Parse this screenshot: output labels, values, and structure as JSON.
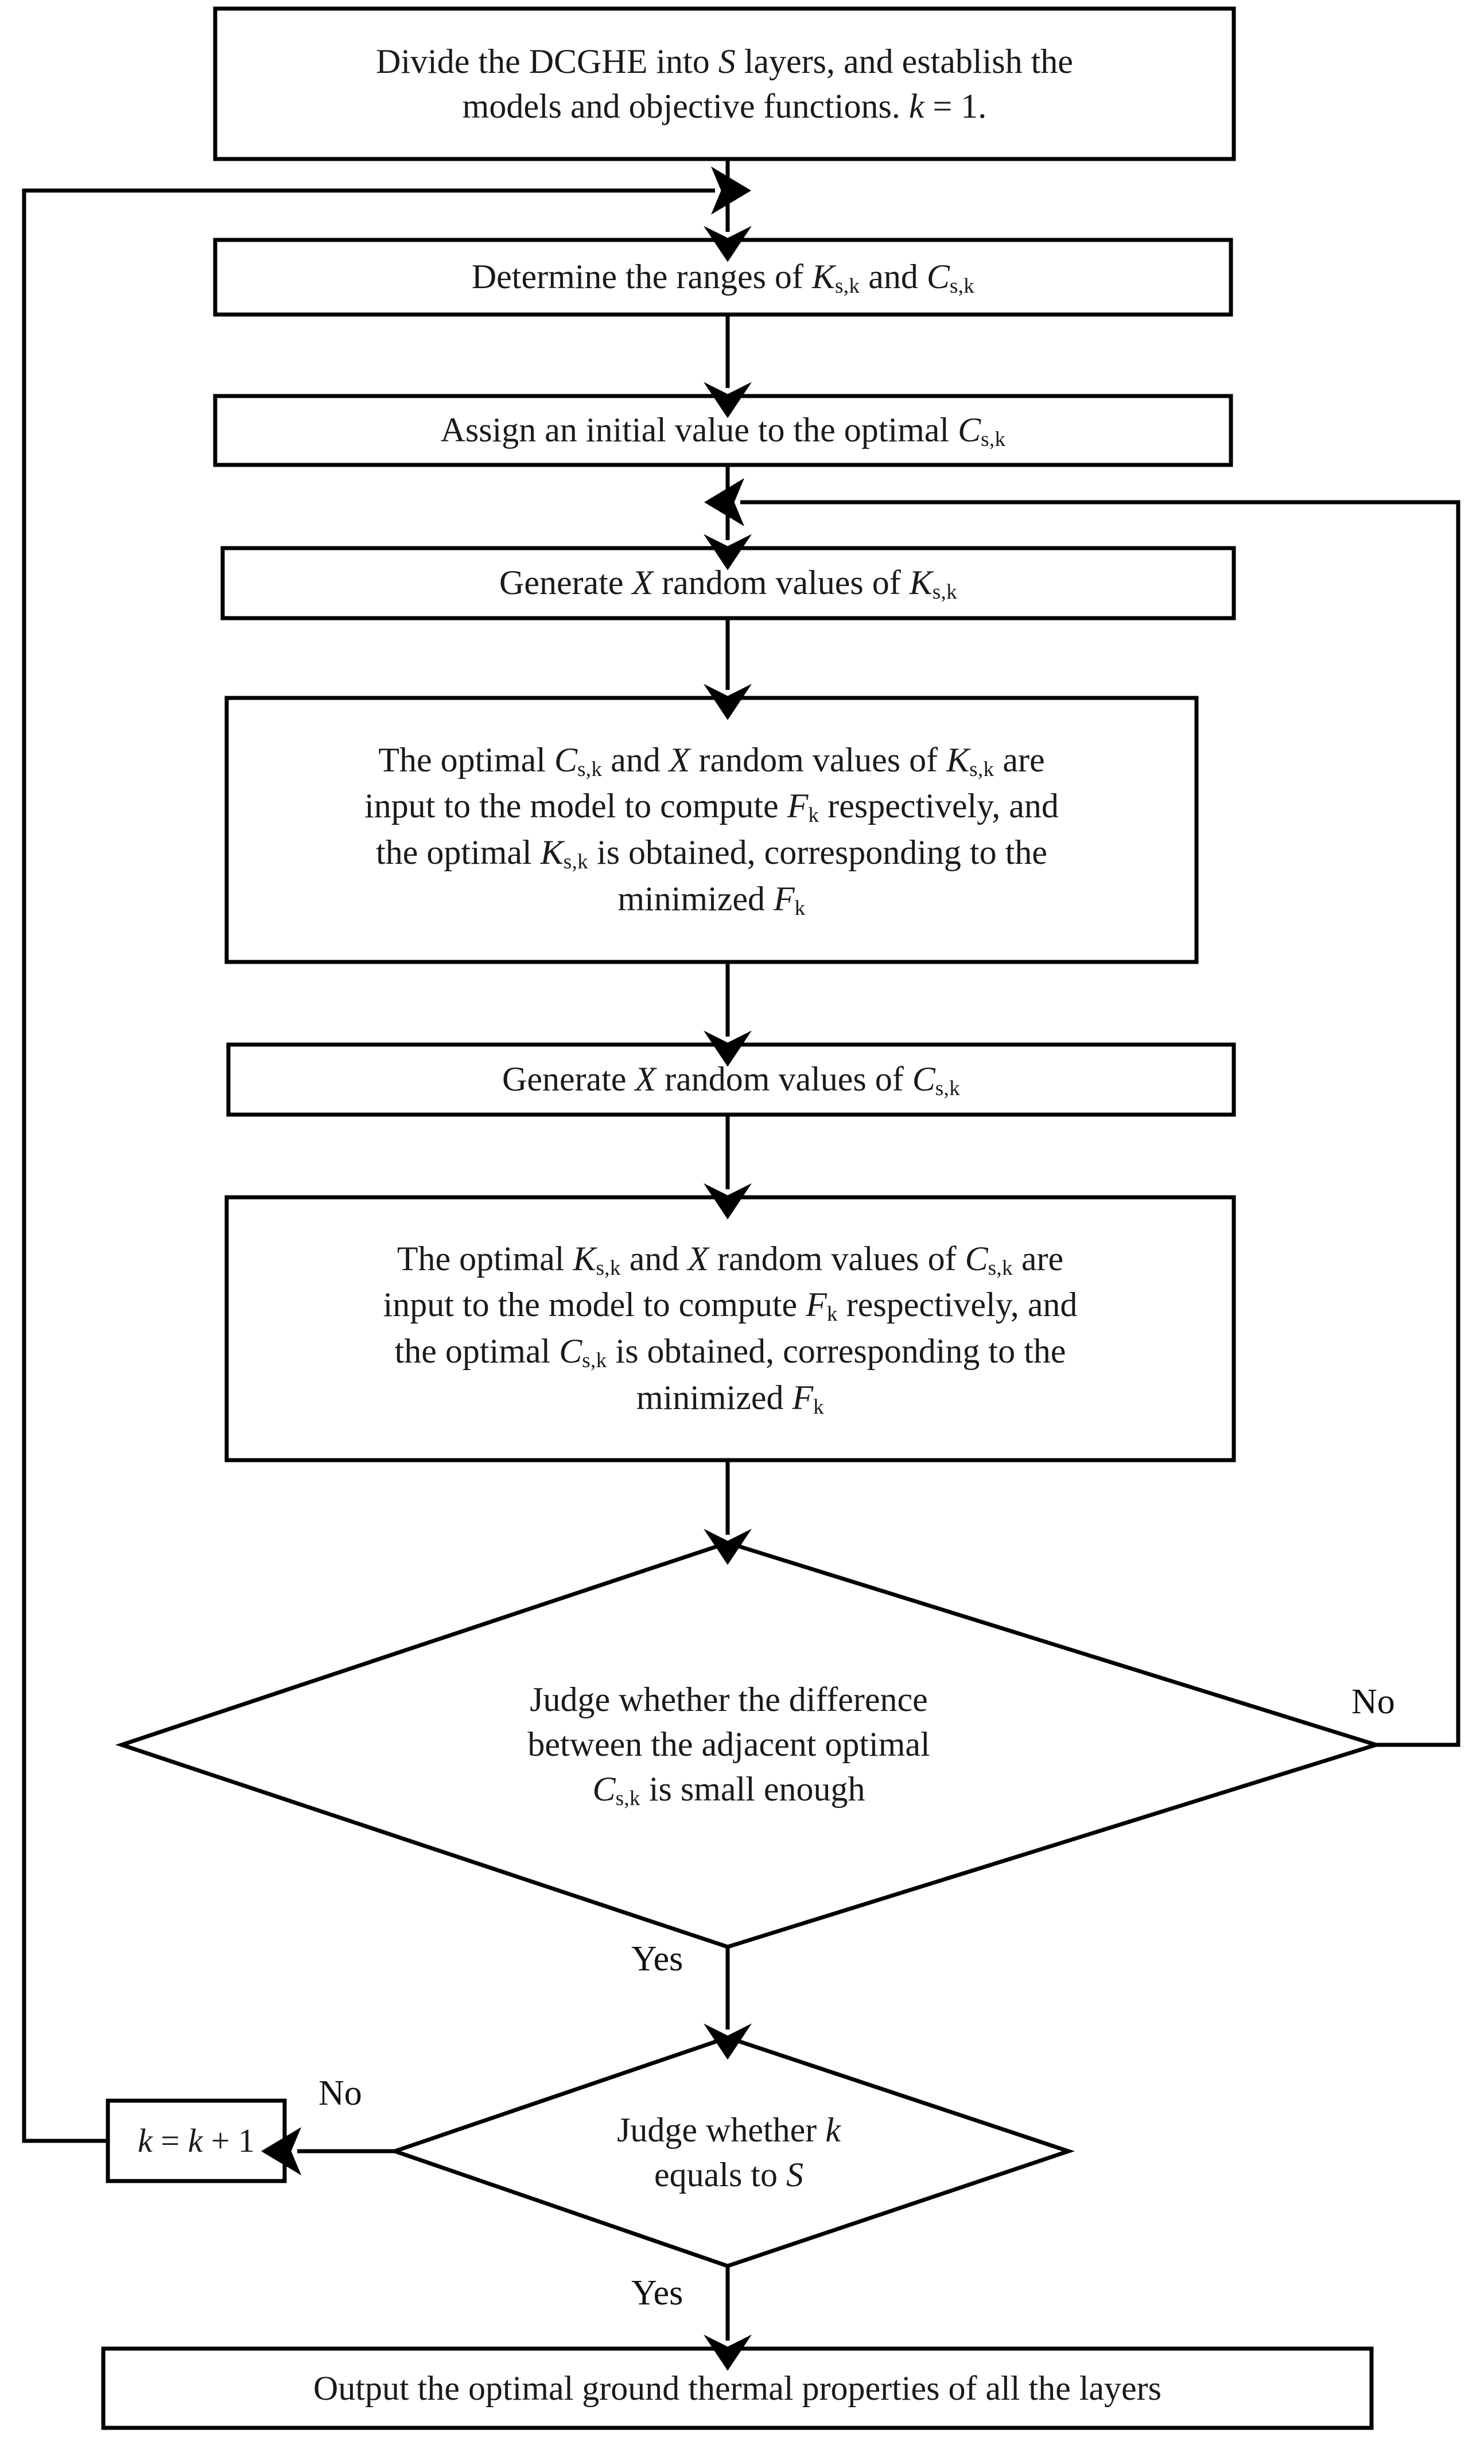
{
  "diagram": {
    "type": "flowchart",
    "title": "Layer-by-layer optimization procedure for DCGHE ground thermal properties",
    "stroke_color": "#000000",
    "text_color": "#1a1a1a",
    "background_color": "#ffffff",
    "nodes": [
      {
        "id": "start",
        "shape": "rectangle",
        "lines": [
          "Divide the DCGHE into <i>S</i> layers, and establish the",
          "models and objective functions. <i>k</i> = 1."
        ],
        "text": "Divide the DCGHE into S layers, and establish the models and objective functions. k = 1."
      },
      {
        "id": "determine-ranges",
        "shape": "rectangle",
        "lines": [
          "Determine the ranges of <i>K</i><sub>s,k</sub> and <i>C</i><sub>s,k</sub>"
        ],
        "text": "Determine the ranges of Ks,k and Cs,k"
      },
      {
        "id": "assign-initial",
        "shape": "rectangle",
        "lines": [
          "Assign an initial value to the optimal <i>C</i><sub>s,k</sub>"
        ],
        "text": "Assign an initial value to the optimal Cs,k"
      },
      {
        "id": "generate-k",
        "shape": "rectangle",
        "lines": [
          "Generate <i>X</i> random values of <i>K</i><sub>s,k</sub>"
        ],
        "text": "Generate X random values of Ks,k"
      },
      {
        "id": "compute-optimal-k",
        "shape": "rectangle",
        "lines": [
          "The optimal <i>C</i><sub>s,k</sub> and <i>X</i> random values of <i>K</i><sub>s,k</sub> are",
          "input to the model to compute <i>F</i><sub>k</sub> respectively, and",
          "the optimal <i>K</i><sub>s,k</sub> is obtained, corresponding to the",
          "minimized <i>F</i><sub>k</sub>"
        ],
        "text": "The optimal Cs,k and X random values of Ks,k are input to the model to compute Fk respectively, and the optimal Ks,k is obtained, corresponding to the minimized Fk"
      },
      {
        "id": "generate-c",
        "shape": "rectangle",
        "lines": [
          "Generate <i>X</i> random values of <i>C</i><sub>s,k</sub>"
        ],
        "text": "Generate X random values of Cs,k"
      },
      {
        "id": "compute-optimal-c",
        "shape": "rectangle",
        "lines": [
          "The optimal <i>K</i><sub>s,k</sub> and <i>X</i> random values of <i>C</i><sub>s,k</sub> are",
          "input to the model to compute <i>F</i><sub>k</sub> respectively, and",
          "the optimal <i>C</i><sub>s,k</sub> is obtained, corresponding to the",
          "minimized <i>F</i><sub>k</sub>"
        ],
        "text": "The optimal Ks,k and X random values of Cs,k are input to the model to compute Fk respectively, and the optimal Cs,k is obtained, corresponding to the minimized Fk"
      },
      {
        "id": "judge-convergence",
        "shape": "diamond",
        "lines": [
          "Judge whether the difference",
          "between the adjacent optimal",
          "<i>C</i><sub>s,k</sub> is small enough"
        ],
        "text": "Judge whether the difference between the adjacent optimal Cs,k is small enough"
      },
      {
        "id": "judge-layers",
        "shape": "diamond",
        "lines": [
          "Judge whether <i>k</i>",
          "equals to <i>S</i>"
        ],
        "text": "Judge whether k equals to S"
      },
      {
        "id": "increment-k",
        "shape": "rectangle",
        "lines": [
          "<i>k</i> = <i>k</i> + 1"
        ],
        "text": "k = k + 1"
      },
      {
        "id": "output",
        "shape": "rectangle",
        "lines": [
          "Output the optimal ground thermal properties of all the layers"
        ],
        "text": "Output the optimal ground thermal properties of all the layers"
      }
    ],
    "edge_labels": [
      {
        "id": "no-convergence",
        "text": "No"
      },
      {
        "id": "yes-convergence",
        "text": "Yes"
      },
      {
        "id": "no-layers",
        "text": "No"
      },
      {
        "id": "yes-layers",
        "text": "Yes"
      }
    ]
  }
}
